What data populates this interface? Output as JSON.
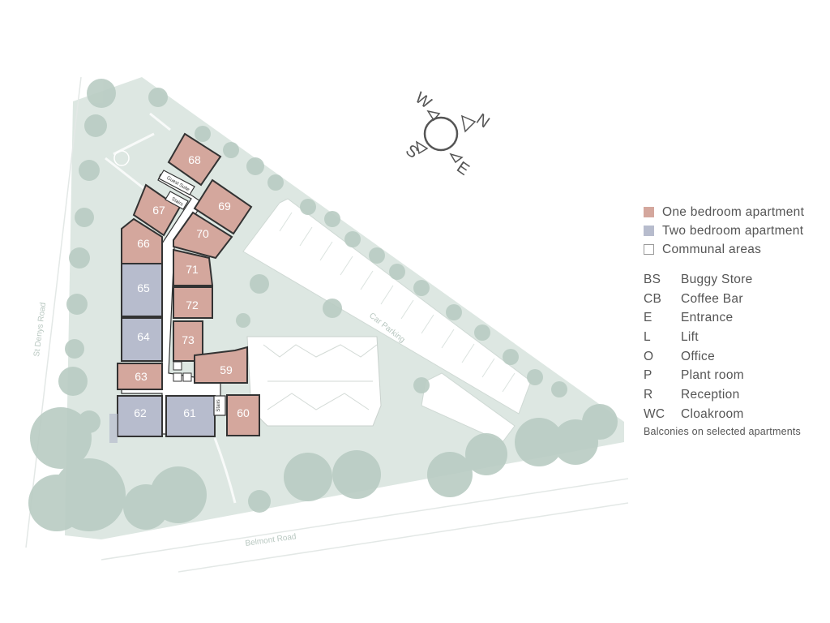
{
  "colors": {
    "one_bedroom": "#d4a79d",
    "two_bedroom": "#b7bccd",
    "communal": "#ffffff",
    "landscape": "#dde7e2",
    "trees": "#b9ccc3",
    "walls": "#333333"
  },
  "compass": {
    "north": "N",
    "east": "E",
    "south": "S",
    "west": "W"
  },
  "roads": {
    "west": "St Denys Road",
    "south": "Belmont Road"
  },
  "apartments": [
    {
      "number": "68",
      "type": "one_bedroom"
    },
    {
      "number": "67",
      "type": "one_bedroom"
    },
    {
      "number": "69",
      "type": "one_bedroom"
    },
    {
      "number": "70",
      "type": "one_bedroom"
    },
    {
      "number": "66",
      "type": "one_bedroom"
    },
    {
      "number": "71",
      "type": "one_bedroom"
    },
    {
      "number": "65",
      "type": "two_bedroom"
    },
    {
      "number": "72",
      "type": "one_bedroom"
    },
    {
      "number": "64",
      "type": "two_bedroom"
    },
    {
      "number": "73",
      "type": "one_bedroom"
    },
    {
      "number": "63",
      "type": "one_bedroom"
    },
    {
      "number": "59",
      "type": "one_bedroom"
    },
    {
      "number": "62",
      "type": "two_bedroom"
    },
    {
      "number": "61",
      "type": "two_bedroom"
    },
    {
      "number": "60",
      "type": "one_bedroom"
    }
  ],
  "small_labels": {
    "guest_suite": "Guest Suite",
    "stairs_north": "Stairs",
    "stairs_south": "Stairs",
    "car_park": "Car Parking"
  },
  "legend": {
    "keys": [
      {
        "label": "One bedroom apartment",
        "type": "one_bedroom"
      },
      {
        "label": "Two bedroom apartment",
        "type": "two_bedroom"
      },
      {
        "label": "Communal areas",
        "type": "communal"
      }
    ],
    "abbreviations": [
      {
        "code": "BS",
        "meaning": "Buggy Store"
      },
      {
        "code": "CB",
        "meaning": "Coffee Bar"
      },
      {
        "code": "E",
        "meaning": "Entrance"
      },
      {
        "code": "L",
        "meaning": "Lift"
      },
      {
        "code": "O",
        "meaning": "Office"
      },
      {
        "code": "P",
        "meaning": "Plant room"
      },
      {
        "code": "R",
        "meaning": "Reception"
      },
      {
        "code": "WC",
        "meaning": "Cloakroom"
      }
    ],
    "note": "Balconies on selected apartments"
  }
}
